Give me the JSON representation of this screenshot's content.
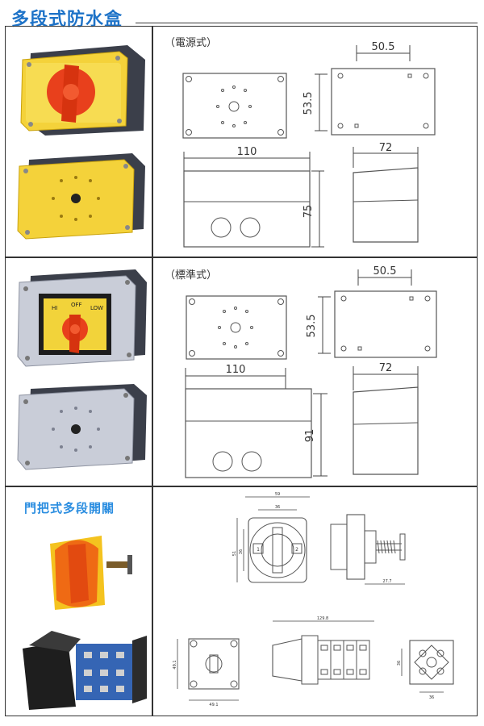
{
  "page": {
    "title": "多段式防水盒",
    "colors": {
      "title": "#1e73c8",
      "subtitle": "#2a8de0",
      "yellow_box": "#f4d23a",
      "red_knob": "#e8401c",
      "grey_box": "#c9cdd8",
      "dark_base": "#3b3f4a"
    }
  },
  "section1": {
    "caption": "（電源式）",
    "dims": {
      "width_top": "50.5",
      "height_side": "53.5",
      "width_front": "110",
      "height_front": "75",
      "width_side": "72"
    }
  },
  "section2": {
    "caption": "（標準式）",
    "dims": {
      "width_top": "50.5",
      "height_side": "53.5",
      "width_front": "110",
      "height_front": "91",
      "width_side": "72"
    },
    "switch_labels": {
      "left": "HI",
      "mid": "OFF",
      "right": "LOW"
    }
  },
  "section3": {
    "title": "門把式多段開關",
    "dims": {
      "top_width": "59",
      "inner_width": "36",
      "height_a": "36",
      "height_b": "51",
      "depth": "27.7",
      "length": "129.8",
      "sq_width": "49.1",
      "sq_height": "49.1",
      "back_height": "36",
      "back_width": "36"
    },
    "small_labels": {
      "left_mark": "1",
      "right_mark": "2"
    }
  }
}
